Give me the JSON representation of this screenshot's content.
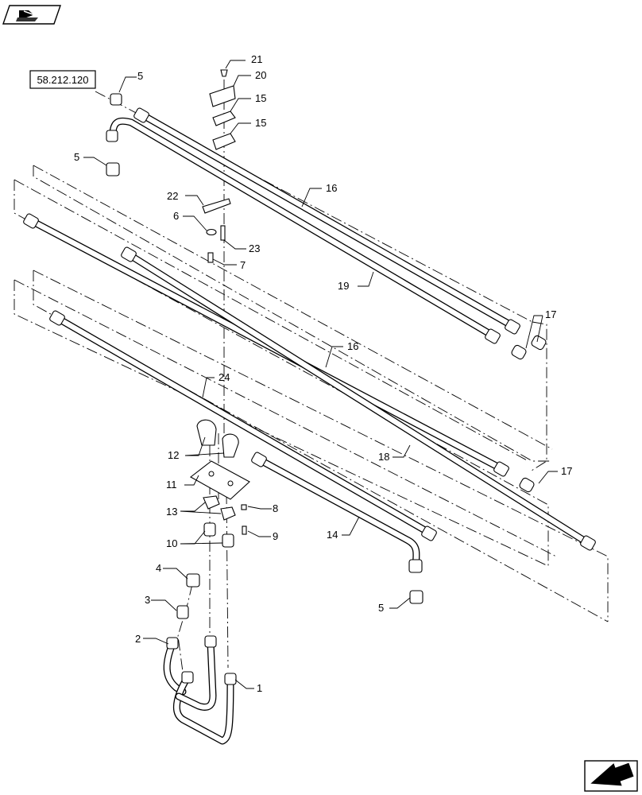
{
  "diagram": {
    "reference_box": "58.212.120",
    "callouts": [
      {
        "id": "c21",
        "text": "21"
      },
      {
        "id": "c20",
        "text": "20"
      },
      {
        "id": "c15a",
        "text": "15"
      },
      {
        "id": "c15b",
        "text": "15"
      },
      {
        "id": "c5a",
        "text": "5"
      },
      {
        "id": "c5b",
        "text": "5"
      },
      {
        "id": "c22",
        "text": "22"
      },
      {
        "id": "c6",
        "text": "6"
      },
      {
        "id": "c23",
        "text": "23"
      },
      {
        "id": "c7",
        "text": "7"
      },
      {
        "id": "c16a",
        "text": "16"
      },
      {
        "id": "c19",
        "text": "19"
      },
      {
        "id": "c17a",
        "text": "17"
      },
      {
        "id": "c16b",
        "text": "16"
      },
      {
        "id": "c24",
        "text": "24"
      },
      {
        "id": "c18",
        "text": "18"
      },
      {
        "id": "c17b",
        "text": "17"
      },
      {
        "id": "c12",
        "text": "12"
      },
      {
        "id": "c11",
        "text": "11"
      },
      {
        "id": "c8",
        "text": "8"
      },
      {
        "id": "c13",
        "text": "13"
      },
      {
        "id": "c9",
        "text": "9"
      },
      {
        "id": "c14",
        "text": "14"
      },
      {
        "id": "c10",
        "text": "10"
      },
      {
        "id": "c4",
        "text": "4"
      },
      {
        "id": "c3",
        "text": "3"
      },
      {
        "id": "c5c",
        "text": "5"
      },
      {
        "id": "c2",
        "text": "2"
      },
      {
        "id": "c1",
        "text": "1"
      }
    ],
    "icons": {
      "top_left": "book-arrow-icon",
      "bottom_right": "next-page-arrow-icon"
    }
  }
}
